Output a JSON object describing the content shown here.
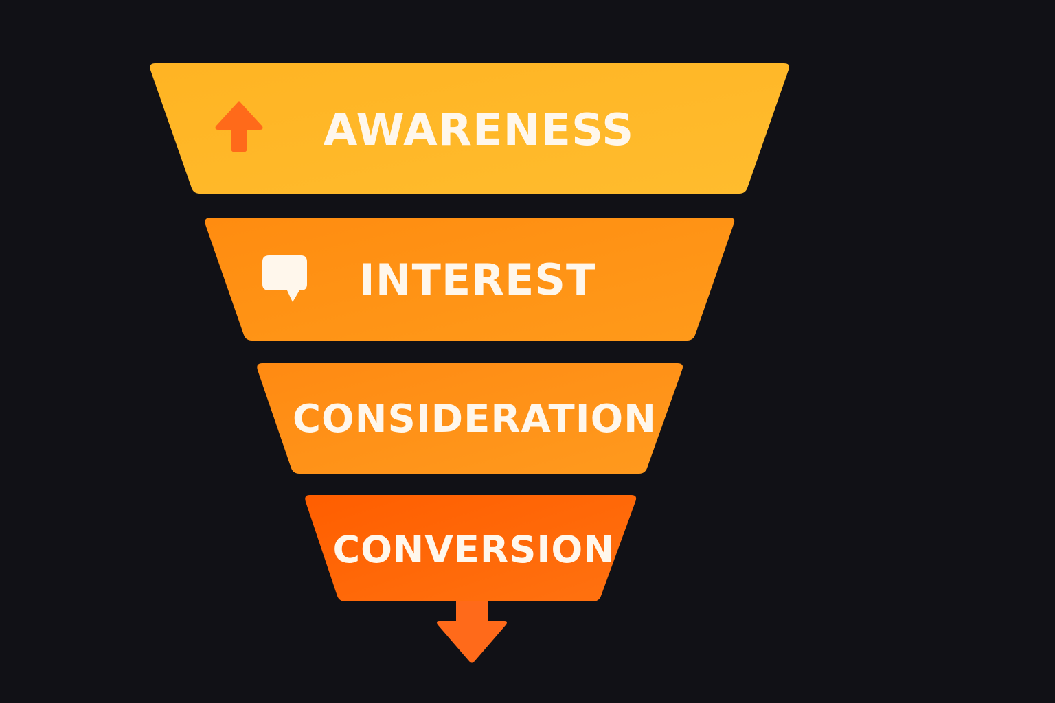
{
  "background_color": "#111116",
  "text_color": "#FFF7EC",
  "stages": [
    {
      "label": "AWARENESS",
      "icon": "arrow-up-icon",
      "color": "#FFB423",
      "color_end": "#FFBC2E",
      "icon_color": "#FF6A1A"
    },
    {
      "label": "INTEREST",
      "icon": "speech-bubble-icon",
      "color": "#FF8C10",
      "color_end": "#FF9A1A",
      "icon_color": "#FFF7EC"
    },
    {
      "label": "CONSIDERATION",
      "icon": "",
      "color": "#FF8A12",
      "color_end": "#FF9A1E"
    },
    {
      "label": "CONVERSION",
      "icon": "",
      "color": "#FF5E00",
      "color_end": "#FF7210"
    }
  ],
  "exit_arrow": {
    "icon": "arrow-down-icon",
    "color": "#FF6A1A"
  }
}
